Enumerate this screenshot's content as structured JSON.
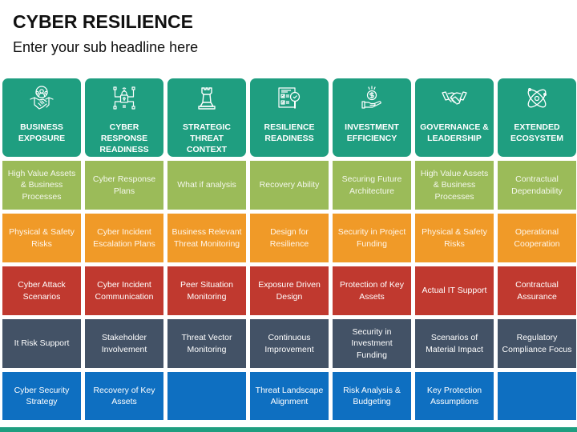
{
  "header": {
    "title": "CYBER RESILIENCE",
    "subtitle": "Enter your sub headline here"
  },
  "colors": {
    "header_card": "#1f9e80",
    "row_1": "#9bbb59",
    "row_2": "#f09a28",
    "row_3": "#c0392f",
    "row_4": "#435266",
    "row_5": "#0e6fc1",
    "footer_bar": "#1f9e80"
  },
  "columns": [
    {
      "title": "BUSINESS EXPOSURE",
      "icon": "people-gear-handshake-icon",
      "cells": [
        "High Value Assets & Business Processes",
        "Physical & Safety Risks",
        "Cyber Attack Scenarios",
        "It Risk Support",
        "Cyber Security Strategy"
      ]
    },
    {
      "title": "CYBER RESPONSE READINESS",
      "icon": "network-lock-icon",
      "cells": [
        "Cyber Response Plans",
        "Cyber Incident Escalation Plans",
        "Cyber Incident Communication",
        "Stakeholder Involvement",
        "Recovery of Key Assets"
      ]
    },
    {
      "title": "STRATEGIC THREAT CONTEXT",
      "icon": "chess-rook-icon",
      "cells": [
        "What if analysis",
        "Business Relevant Threat Monitoring",
        "Peer Situation Monitoring",
        "Threat Vector Monitoring",
        ""
      ]
    },
    {
      "title": "RESILIENCE READINESS",
      "icon": "checklist-magnifier-icon",
      "cells": [
        "Recovery Ability",
        "Design for Resilience",
        "Exposure Driven Design",
        "Continuous Improvement",
        "Threat Landscape Alignment"
      ]
    },
    {
      "title": "INVESTMENT EFFICIENCY",
      "icon": "hand-coin-icon",
      "cells": [
        "Securing Future Architecture",
        "Security in Project Funding",
        "Protection of Key Assets",
        "Security in Investment Funding",
        "Risk Analysis & Budgeting"
      ]
    },
    {
      "title": "GOVERNANCE & LEADERSHIP",
      "icon": "handshake-icon",
      "cells": [
        "High Value Assets & Business Processes",
        "Physical & Safety Risks",
        "Actual IT Support",
        "Scenarios of Material Impact",
        "Key Protection Assumptions"
      ]
    },
    {
      "title": "EXTENDED ECOSYSTEM",
      "icon": "atom-icon",
      "cells": [
        "Contractual Dependability",
        "Operational Cooperation",
        "Contractual Assurance",
        "Regulatory Compliance Focus",
        ""
      ]
    }
  ]
}
